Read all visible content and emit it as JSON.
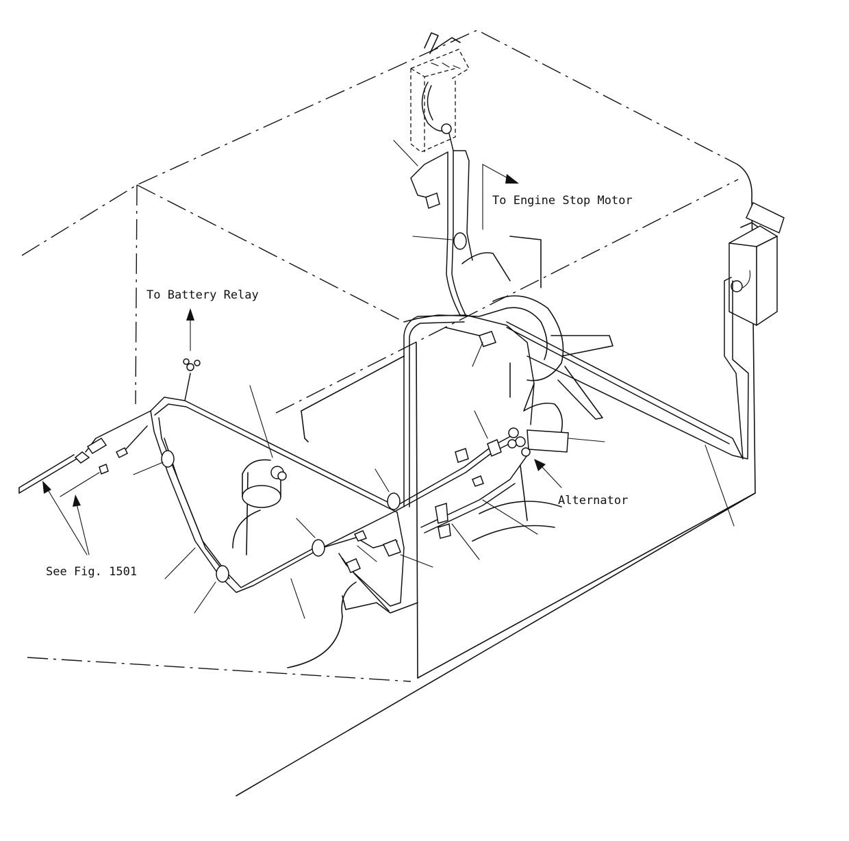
{
  "labels": {
    "engine_stop_motor": "To Engine Stop Motor",
    "battery_relay": "To Battery Relay",
    "alternator": "Alternator",
    "see_fig": "See Fig. 1501"
  }
}
